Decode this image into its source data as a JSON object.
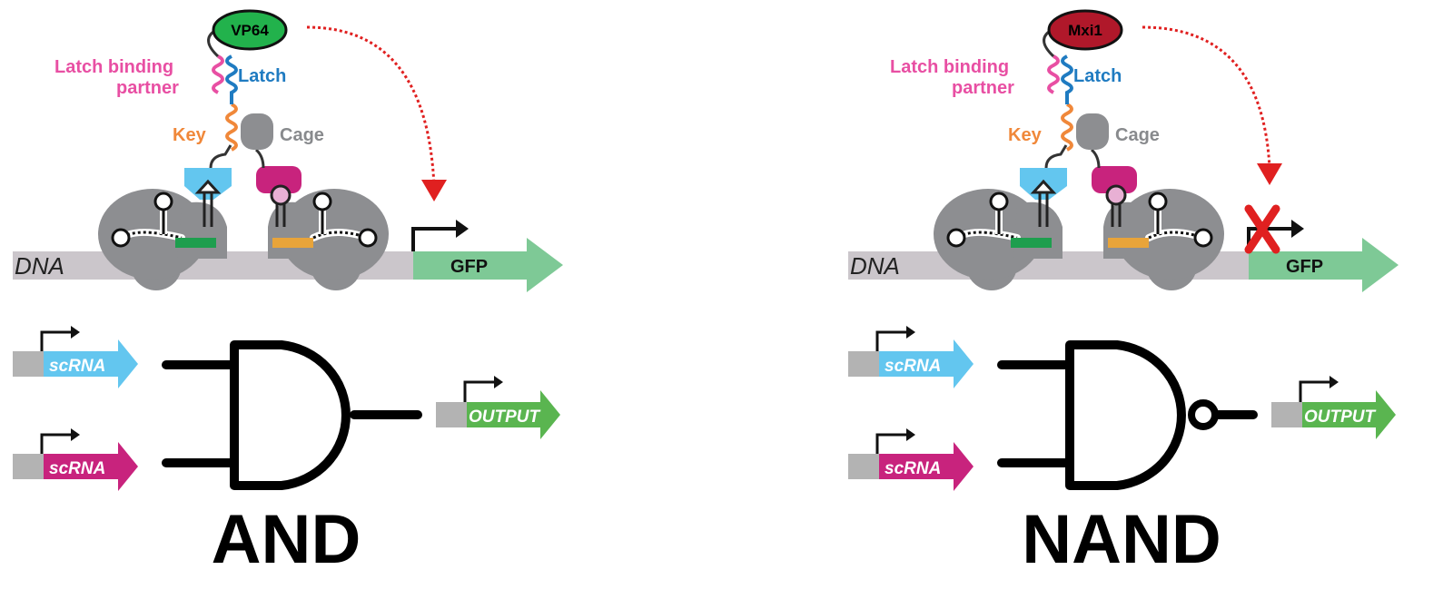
{
  "colors": {
    "activator": "#22b24c",
    "repressor": "#b0182a",
    "latch_binding_partner": "#e84fa3",
    "latch": "#1f7bc1",
    "key": "#f0883a",
    "cage": "#888a8d",
    "scrna_blue": "#63c6ef",
    "scrna_magenta": "#c8237d",
    "output_green": "#5ab550",
    "gfp_green": "#7ec996",
    "dna_bar": "#cbc6cb",
    "promoter_grey": "#b3b3b3",
    "arrow_red": "#e02020"
  },
  "panels": [
    {
      "effector": "VP64",
      "latch_binding_partner_line1": "Latch binding",
      "latch_binding_partner_line2": "partner",
      "latch": "Latch",
      "key": "Key",
      "cage": "Cage",
      "dna": "DNA",
      "gfp": "GFP",
      "input1": "scRNA",
      "input2": "scRNA",
      "output": "OUTPUT",
      "gate": "AND",
      "repressed": false
    },
    {
      "effector": "Mxi1",
      "latch_binding_partner_line1": "Latch binding",
      "latch_binding_partner_line2": "partner",
      "latch": "Latch",
      "key": "Key",
      "cage": "Cage",
      "dna": "DNA",
      "gfp": "GFP",
      "input1": "scRNA",
      "input2": "scRNA",
      "output": "OUTPUT",
      "gate": "NAND",
      "repressed": true
    }
  ]
}
